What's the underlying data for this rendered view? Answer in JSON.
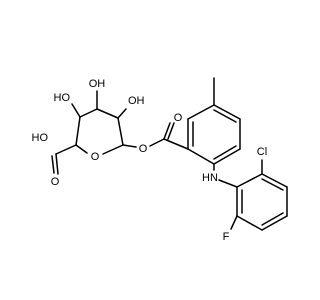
{
  "molecule": {
    "labels": {
      "ho_top_left": "HO",
      "oh_top": "OH",
      "oh_top_right": "OH",
      "ho_carboxyl": "HO",
      "o_carboxyl_carbonyl": "O",
      "o_ring": "O",
      "o_ester_link": "O",
      "o_ester_carbonyl": "O",
      "nh": "HN",
      "cl": "Cl",
      "f": "F"
    }
  }
}
